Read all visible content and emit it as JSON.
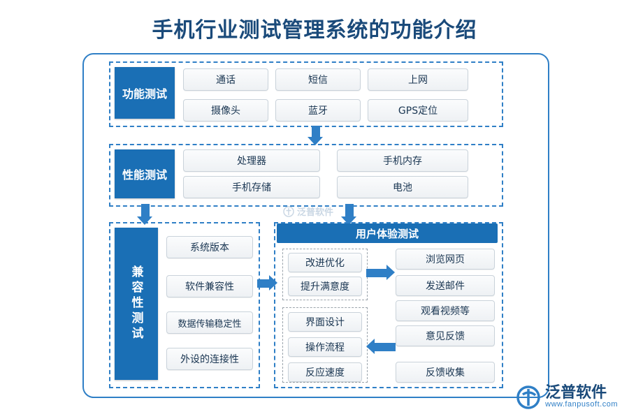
{
  "title": "手机行业测试管理系统的功能介绍",
  "colors": {
    "accent": "#1a6fb5",
    "frame": "#2f7fc6",
    "title_text": "#1a4a7a",
    "cell_text": "#1a3652"
  },
  "sections": {
    "functional": {
      "label": "功能测试",
      "items": [
        "通话",
        "短信",
        "上网",
        "摄像头",
        "蓝牙",
        "GPS定位"
      ]
    },
    "performance": {
      "label": "性能测试",
      "items": [
        "处理器",
        "手机内存",
        "手机存储",
        "电池"
      ]
    },
    "compatibility": {
      "label": "兼容性测试",
      "items": [
        "系统版本",
        "软件兼容性",
        "数据传输稳定性",
        "外设的连接性"
      ]
    },
    "user_experience": {
      "label": "用户体验测试",
      "group_left_top": [
        "改进优化",
        "提升满意度"
      ],
      "group_left_bottom": [
        "界面设计",
        "操作流程",
        "反应速度"
      ],
      "group_right": [
        "浏览网页",
        "发送邮件",
        "观看视频等",
        "意见反馈",
        "反馈收集"
      ]
    }
  },
  "watermark": {
    "center_text": "泛普软件",
    "logo_cn": "泛普软件",
    "logo_en": "www.fanpusoft.com"
  }
}
